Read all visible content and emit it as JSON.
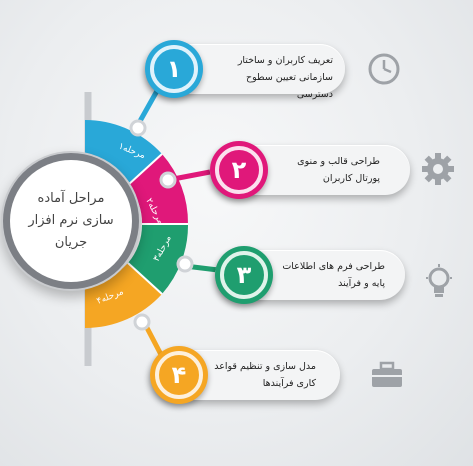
{
  "title": "مراحل آماده سازی نرم افزار جریان",
  "colors": {
    "step1": "#29a8d8",
    "step2": "#e0187a",
    "step3": "#1f9e6f",
    "step4": "#f5a623"
  },
  "arc_labels": [
    "مرحله۱",
    "مرحله۲",
    "مرحله۳",
    "مرحله۴"
  ],
  "steps": [
    {
      "number": "۱",
      "text": "تعریف کاربران و ساختار سازمانی تعیین سطوح دسترسی",
      "icon": "clock-icon"
    },
    {
      "number": "۲",
      "text": "طراحی قالب و منوی پورتال کاربران",
      "icon": "gear-icon"
    },
    {
      "number": "۳",
      "text": "طراحی فرم های اطلاعات پایه و فرآیند",
      "icon": "lightbulb-icon"
    },
    {
      "number": "۴",
      "text": "مدل سازی و تنظیم قواعد کاری فرآیندها",
      "icon": "briefcase-icon"
    }
  ]
}
